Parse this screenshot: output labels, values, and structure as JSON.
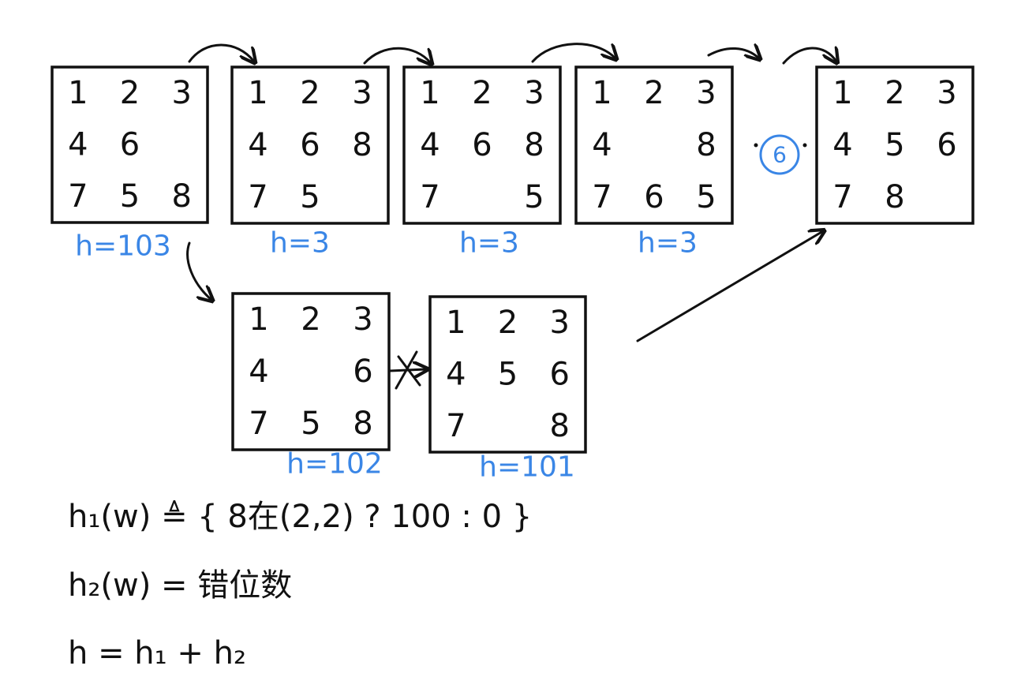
{
  "boards": [
    {
      "id": "start",
      "tiles": [
        [
          "1",
          "2",
          "3"
        ],
        [
          "4",
          "6",
          ""
        ],
        [
          "7",
          "5",
          "8"
        ]
      ],
      "h": "h=103"
    },
    {
      "id": "step1",
      "tiles": [
        [
          "1",
          "2",
          "3"
        ],
        [
          "4",
          "6",
          "8"
        ],
        [
          "7",
          "5",
          ""
        ]
      ],
      "h": "h=3"
    },
    {
      "id": "step2",
      "tiles": [
        [
          "1",
          "2",
          "3"
        ],
        [
          "4",
          "6",
          "8"
        ],
        [
          "7",
          "",
          "5"
        ]
      ],
      "h": "h=3"
    },
    {
      "id": "step3",
      "tiles": [
        [
          "1",
          "2",
          "3"
        ],
        [
          "4",
          "",
          "8"
        ],
        [
          "7",
          "6",
          "5"
        ]
      ],
      "h": "h=3"
    },
    {
      "id": "goal",
      "tiles": [
        [
          "1",
          "2",
          "3"
        ],
        [
          "4",
          "5",
          "6"
        ],
        [
          "7",
          "8",
          ""
        ]
      ],
      "h": ""
    },
    {
      "id": "down1",
      "tiles": [
        [
          "1",
          "2",
          "3"
        ],
        [
          "4",
          "",
          "6"
        ],
        [
          "7",
          "5",
          "8"
        ]
      ],
      "h": "h=102"
    },
    {
      "id": "down2",
      "tiles": [
        [
          "1",
          "2",
          "3"
        ],
        [
          "4",
          "5",
          "6"
        ],
        [
          "7",
          "",
          "8"
        ]
      ],
      "h": "h=101"
    }
  ],
  "ellipsis_count_label": "6",
  "formulas": {
    "h1": "h₁(w) ≜ { 8在(2,2) ? 100 : 0 }",
    "h2": "h₂(w) = 错位数",
    "h": "h = h₁ + h₂"
  },
  "colors": {
    "ink": "#111111",
    "annotation": "#3a86e6",
    "background": "#ffffff"
  }
}
